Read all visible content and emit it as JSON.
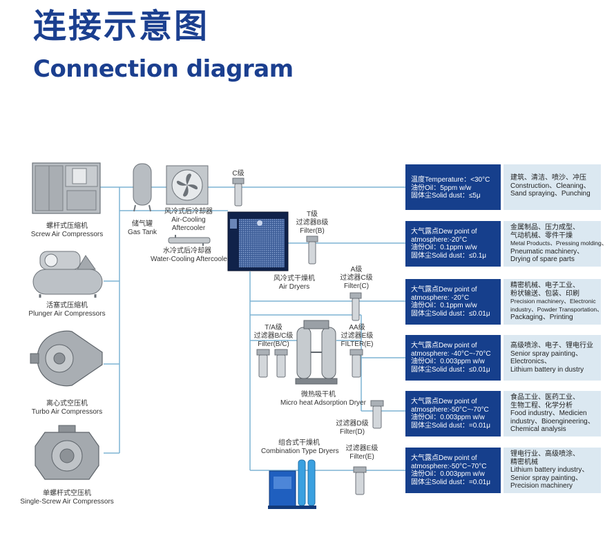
{
  "header": {
    "title_cn": "连接示意图",
    "title_en": "Connection diagram"
  },
  "compressors": [
    {
      "cn": "螺杆式压缩机",
      "en": "Screw Air Compressors"
    },
    {
      "cn": "活塞式压缩机",
      "en": "Plunger Air Compressors"
    },
    {
      "cn": "离心式空压机",
      "en": "Turbo Air Compressors"
    },
    {
      "cn": "单螺杆式空压机",
      "en": "Single-Screw Air Compressors"
    }
  ],
  "tank": {
    "cn": "储气罐",
    "en": "Gas Tank"
  },
  "aftercooler_air": {
    "cn": "风冷式后冷却器",
    "en1": "Air-Cooling",
    "en2": "Aftercooler"
  },
  "aftercooler_water": {
    "cn": "水冷式后冷却器",
    "en": "Water-Cooling Aftercooler"
  },
  "air_dryer": {
    "cn": "风冷式干燥机",
    "en": "Air Dryers"
  },
  "adsorption_dryer": {
    "cn": "微热吸干机",
    "en": "Micro heat Adsorption Dryer"
  },
  "combination_dryer": {
    "cn": "组合式干燥机",
    "en": "Combination Type Dryers"
  },
  "filters": {
    "c": {
      "line1": "C级"
    },
    "t": {
      "line1": "T级",
      "line2": "过滤器B级",
      "line3": "Filter(B)"
    },
    "a": {
      "line1": "A级",
      "line2": "过滤器C级",
      "line3": "Filter(C)"
    },
    "ta": {
      "line1": "T/A级",
      "line2": "过滤器B/C级",
      "line3": "Filter(B/C)"
    },
    "aa": {
      "line1": "AA级",
      "line2": "过滤器E级",
      "line3": "FILTER(E)"
    },
    "d": {
      "line1": "过滤器D级",
      "line2": "Filter(D)"
    },
    "e": {
      "line1": "过滤器E级",
      "line2": "Filter(E)"
    }
  },
  "specs": [
    {
      "l1": "温度Temperature：<30°C",
      "l2": "油份Oil：5ppm w/w",
      "l3": "固体尘Solid dust：≤5μ"
    },
    {
      "l0": "大气露点Dew point of",
      "l1": "atmosphere:-20°C",
      "l2": "油份Oil：0.1ppm w/w",
      "l3": "固体尘Solid dust：≤0.1μ"
    },
    {
      "l0": "大气露点Dew point of",
      "l1": "atmosphere: -20°C",
      "l2": "油份Oil：0.1ppm w/w",
      "l3": "固体尘Solid dust：≤0.01μ"
    },
    {
      "l0": "大气露点Dew point of",
      "l1": "atmosphere: -40°C~-70°C",
      "l2": "油份Oil：0.003ppm w/w",
      "l3": "固体尘Solid dust：≤0.01μ"
    },
    {
      "l0": "大气露点Dew point of",
      "l1": "atmosphere:-50°C~-70°C",
      "l2": "油份Oil：0.003ppm w/w",
      "l3": "固体尘Solid dust：=0.01μ"
    },
    {
      "l0": "大气露点Dew point of",
      "l1": "atmosphere:-50°C~70°C",
      "l2": "油份Oil：0.003ppm w/w",
      "l3": "固体尘Solid dust：=0.01μ"
    }
  ],
  "applications": [
    {
      "l1": "建筑、清洁、喷沙、冲压",
      "l2": "Construction、Cleaning、",
      "l3": "Sand spraying、Punching"
    },
    {
      "l1": "金属制品、压力成型、",
      "l2": "气动机械、零件干燥",
      "l3": "Metal Products、Pressing molding、",
      "l4": "Pneumatic machinery、",
      "l5": "Drying of spare parts"
    },
    {
      "l1": "精密机械、电子工业、",
      "l2": "粉状输送、包装、印刷",
      "l3": "Precision machinery、Electronic",
      "l4": "industry、Powder Transportation、",
      "l5": "Packaging、Printing"
    },
    {
      "l1": "高级喷涂、电子、锂电行业",
      "l2": "Senior spray painting、",
      "l3": "Electronics、",
      "l4": "Lithium battery in dustry"
    },
    {
      "l1": "食品工业、医药工业、",
      "l2": "生物工程、化学分析",
      "l3": "Food industry、Medicien",
      "l4": "industry、Bioengineering、",
      "l5": "Chemical analysis"
    },
    {
      "l1": "锂电行业、高级喷涂、",
      "l2": "精密机械",
      "l3": "Lithium battery industry、",
      "l4": "Senior spray painting、",
      "l5": "Precision machinery"
    }
  ]
}
